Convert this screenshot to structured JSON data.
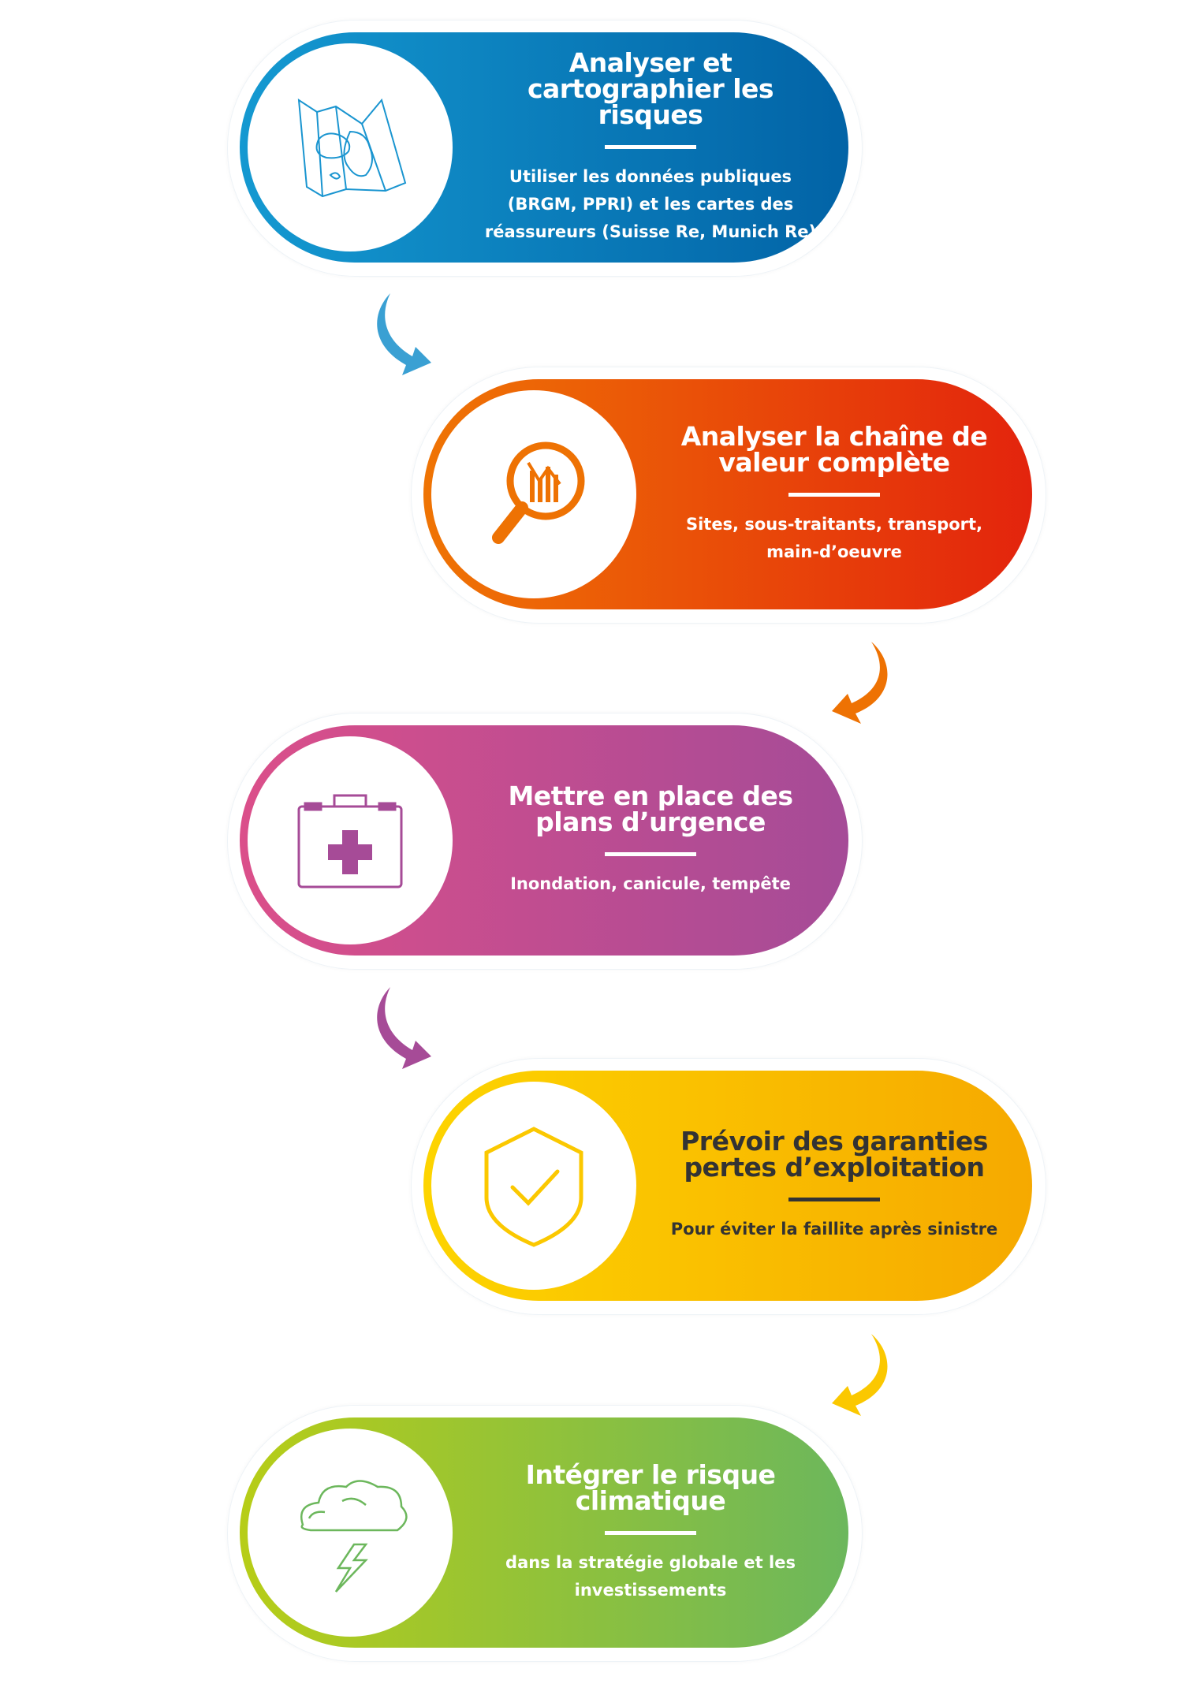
{
  "steps": [
    {
      "title": "Analyser et cartographier les risques",
      "body": "Utiliser les données publiques (BRGM, PPRI) et les cartes des réassureurs (Suisse Re, Munich Re)",
      "icon": "map-icon",
      "color": "#0c7fc0"
    },
    {
      "title": "Analyser la chaîne de valeur complète",
      "body": "Sites, sous-traitants, transport, main-d’oeuvre",
      "icon": "magnifier-chart-icon",
      "color": "#ec6608"
    },
    {
      "title": "Mettre en place des plans d’urgence",
      "body": "Inondation, canicule, tempête",
      "icon": "first-aid-kit-icon",
      "color": "#a64b97"
    },
    {
      "title": "Prévoir des garanties pertes d’exploitation",
      "body": "Pour éviter la faillite après sinistre",
      "icon": "shield-check-icon",
      "color": "#fbc800"
    },
    {
      "title": "Intégrer le risque climatique",
      "body": "dans la stratégie globale et les investissements",
      "icon": "storm-cloud-icon",
      "color": "#8cc13f"
    }
  ]
}
